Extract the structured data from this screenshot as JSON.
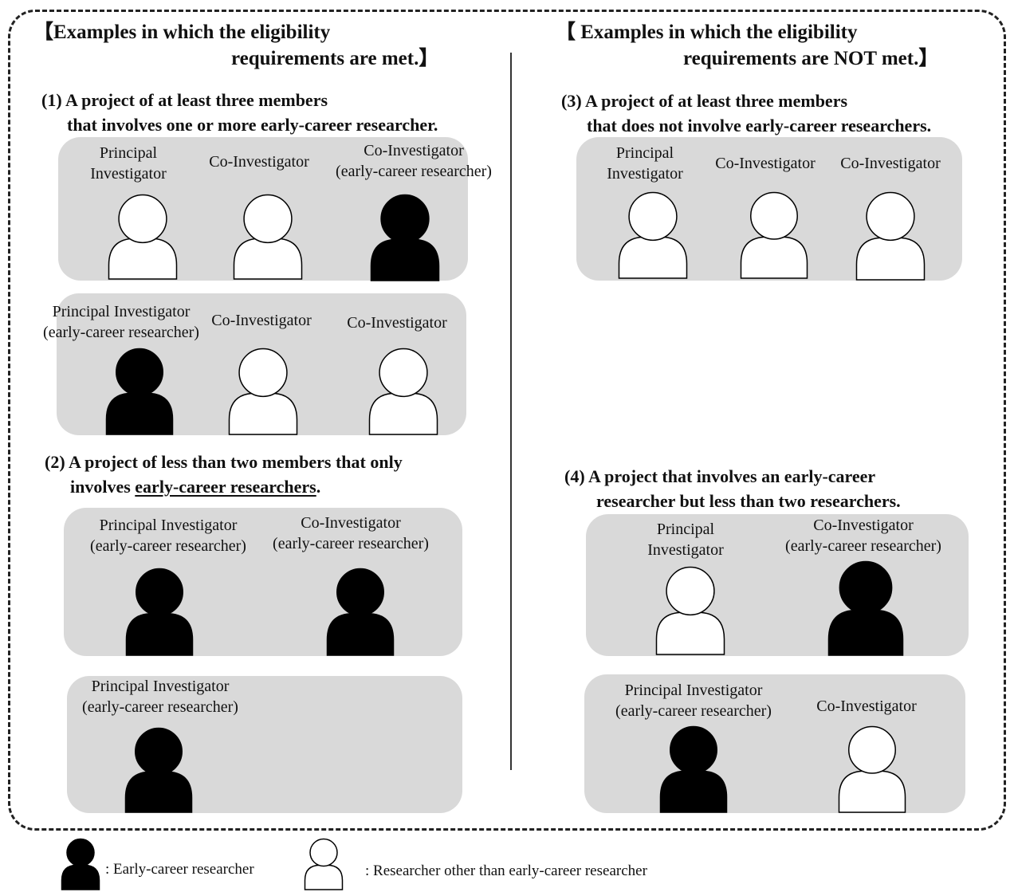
{
  "left_heading": {
    "line1": "【Examples in which the eligibility",
    "line2": "requirements are met.】"
  },
  "right_heading": {
    "line1": "【 Examples in which the eligibility",
    "line2": "requirements are NOT met.】"
  },
  "examples": [
    {
      "title_line1": "(1)  A project of at least three members",
      "title_line2": "that involves one or more early-career researcher.",
      "panels": [
        {
          "members": [
            {
              "role": "Principal",
              "role2": "Investigator",
              "early_career": false
            },
            {
              "role": "Co-Investigator",
              "role2": "",
              "early_career": false
            },
            {
              "role": "Co-Investigator",
              "role2": "(early-career researcher)",
              "early_career": true
            }
          ]
        },
        {
          "members": [
            {
              "role": "Principal Investigator",
              "role2": "(early-career researcher)",
              "early_career": true
            },
            {
              "role": "Co-Investigator",
              "role2": "",
              "early_career": false
            },
            {
              "role": "Co-Investigator",
              "role2": "",
              "early_career": false
            }
          ]
        }
      ]
    },
    {
      "title_line1": "(2) A project of less than two members that only",
      "title_line2_prefix": "involves ",
      "title_line2_underlined": "early-career researchers",
      "title_line2_suffix": ".",
      "panels": [
        {
          "members": [
            {
              "role": "Principal Investigator",
              "role2": "(early-career researcher)",
              "early_career": true
            },
            {
              "role": "Co-Investigator",
              "role2": "(early-career researcher)",
              "early_career": true
            }
          ]
        },
        {
          "members": [
            {
              "role": "Principal Investigator",
              "role2": "(early-career researcher)",
              "early_career": true
            }
          ]
        }
      ]
    },
    {
      "title_line1": "(3) A project of at least three members",
      "title_line2": "that does not involve early-career researchers.",
      "panels": [
        {
          "members": [
            {
              "role": "Principal",
              "role2": "Investigator",
              "early_career": false
            },
            {
              "role": "Co-Investigator",
              "role2": "",
              "early_career": false
            },
            {
              "role": "Co-Investigator",
              "role2": "",
              "early_career": false
            }
          ]
        }
      ]
    },
    {
      "title_line1": "(4) A project that involves an early-career",
      "title_line2": "researcher but less than two researchers.",
      "panels": [
        {
          "members": [
            {
              "role": "Principal",
              "role2": "Investigator",
              "early_career": false
            },
            {
              "role": "Co-Investigator",
              "role2": "(early-career researcher)",
              "early_career": true
            }
          ]
        },
        {
          "members": [
            {
              "role": "Principal Investigator",
              "role2": "(early-career researcher)",
              "early_career": true
            },
            {
              "role": "Co-Investigator",
              "role2": "",
              "early_career": false
            }
          ]
        }
      ]
    }
  ],
  "legend": {
    "filled_label": ": Early-career researcher",
    "outline_label": ": Researcher other than early-career researcher"
  }
}
